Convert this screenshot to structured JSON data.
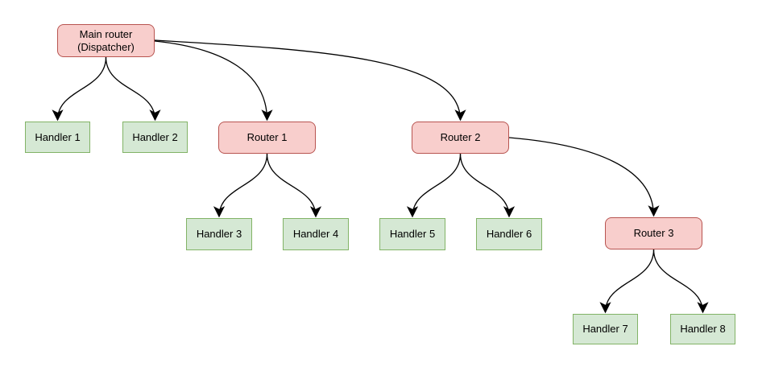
{
  "diagram": {
    "nodes": [
      {
        "id": "main-router",
        "label": "Main router\n(Dispatcher)",
        "kind": "router"
      },
      {
        "id": "handler-1",
        "label": "Handler 1",
        "kind": "handler"
      },
      {
        "id": "handler-2",
        "label": "Handler 2",
        "kind": "handler"
      },
      {
        "id": "router-1",
        "label": "Router 1",
        "kind": "router"
      },
      {
        "id": "router-2",
        "label": "Router 2",
        "kind": "router"
      },
      {
        "id": "handler-3",
        "label": "Handler 3",
        "kind": "handler"
      },
      {
        "id": "handler-4",
        "label": "Handler 4",
        "kind": "handler"
      },
      {
        "id": "handler-5",
        "label": "Handler 5",
        "kind": "handler"
      },
      {
        "id": "handler-6",
        "label": "Handler 6",
        "kind": "handler"
      },
      {
        "id": "router-3",
        "label": "Router 3",
        "kind": "router"
      },
      {
        "id": "handler-7",
        "label": "Handler 7",
        "kind": "handler"
      },
      {
        "id": "handler-8",
        "label": "Handler 8",
        "kind": "handler"
      }
    ],
    "edges": [
      {
        "from": "main-router",
        "to": "handler-1"
      },
      {
        "from": "main-router",
        "to": "handler-2"
      },
      {
        "from": "main-router",
        "to": "router-1"
      },
      {
        "from": "main-router",
        "to": "router-2"
      },
      {
        "from": "router-1",
        "to": "handler-3"
      },
      {
        "from": "router-1",
        "to": "handler-4"
      },
      {
        "from": "router-2",
        "to": "handler-5"
      },
      {
        "from": "router-2",
        "to": "handler-6"
      },
      {
        "from": "router-2",
        "to": "router-3"
      },
      {
        "from": "router-3",
        "to": "handler-7"
      },
      {
        "from": "router-3",
        "to": "handler-8"
      }
    ],
    "colors": {
      "router_fill": "#f8cecc",
      "router_stroke": "#b85450",
      "handler_fill": "#d5e8d4",
      "handler_stroke": "#82b366",
      "edge_stroke": "#000000",
      "background": "#ffffff"
    }
  }
}
